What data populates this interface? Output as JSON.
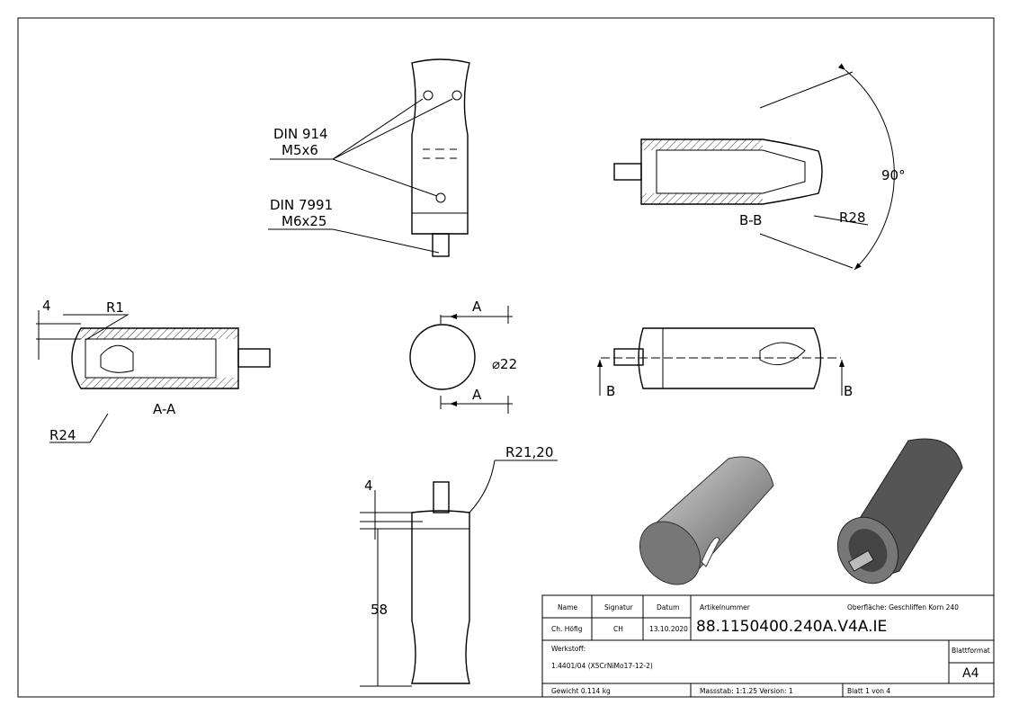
{
  "annotations": {
    "din914": "DIN 914",
    "m5x6": "M5x6",
    "din7991": "DIN 7991",
    "m6x25": "M6x25",
    "section_bb": "B-B",
    "angle": "90°",
    "r28": "R28",
    "dim4_aa": "4",
    "r1": "R1",
    "section_aa": "A-A",
    "r24": "R24",
    "cut_a_top": "A",
    "cut_a_bottom": "A",
    "diameter": "⌀22",
    "cut_b_left": "B",
    "cut_b_right": "B",
    "r21": "R21,20",
    "dim4_bottom": "4",
    "dim58": "58"
  },
  "title_block": {
    "name_label": "Name",
    "signatur_label": "Signatur",
    "datum_label": "Datum",
    "name": "Ch. Höfig",
    "signatur": "CH",
    "datum": "13.10.2020",
    "artikelnummer_label": "Artikelnummer",
    "artikelnummer": "88.1150400.240A.V4A.IE",
    "oberflaeche": "Oberfläche:  Geschliffen Korn 240",
    "werkstoff_label": "Werkstoff:",
    "werkstoff": "1.4401/04 (X5CrNiMo17-12-2)",
    "blattformat_label": "Blattformat",
    "blattformat": "A4",
    "gewicht": "Gewicht 0.114 kg",
    "massstab": "Massstab: 1:1.25   Version: 1",
    "blatt": "Blatt 1 von 4"
  }
}
